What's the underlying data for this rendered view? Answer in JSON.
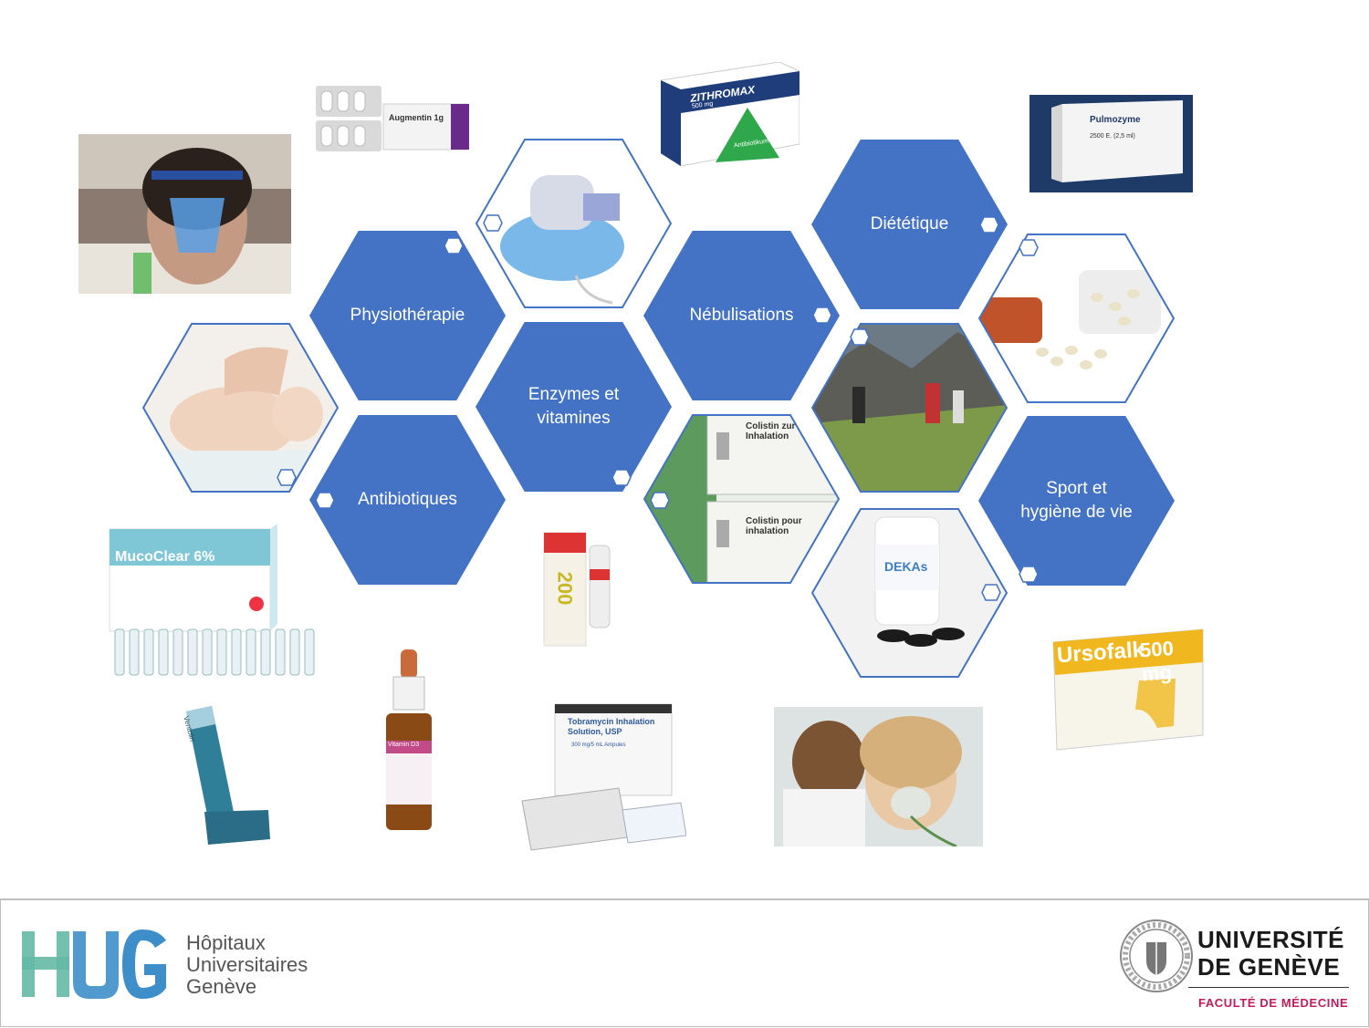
{
  "hexagons": {
    "physiotherapie": "Physiothérapie",
    "antibiotiques": "Antibiotiques",
    "enzymes_line1": "Enzymes et",
    "enzymes_line2": "vitamines",
    "nebulisations": "Nébulisations",
    "dietetique": "Diététique",
    "sport_line1": "Sport et",
    "sport_line2": "hygiène de vie"
  },
  "product_labels": {
    "augmentin": "Augmentin 1g",
    "zithromax": "ZITHROMAX",
    "zithromax_dose": "500 mg",
    "zithromax_sub": "Antibiotikum",
    "pulmozyme": "Pulmozyme",
    "pulmozyme_dose": "2500 E. (2,5 ml)",
    "colistin1": "Colistin zur Inhalation",
    "colistin2": "Colistin pour inhalation",
    "mucoclear": "MucoClear 6%",
    "deka": "DEKAs",
    "ursofalk": "Ursofalk",
    "ursofalk_dose": "500 mg",
    "ventolin": "Ventolin",
    "vitamin": "Vitamin D3",
    "tobramycin": "Tobramycin Inhalation Solution, USP",
    "tobramycin_dose": "300 mg/5 mL Ampules",
    "inhaler_dose": "200"
  },
  "footer": {
    "hug_line1": "Hôpitaux",
    "hug_line2": "Universitaires",
    "hug_line3": "Genève",
    "unige_line1": "UNIVERSITÉ",
    "unige_line2": "DE GENÈVE",
    "unige_sub": "FACULTÉ DE MÉDECINE"
  },
  "colors": {
    "hex_blue": "#4472C4",
    "hug_teal": "#64B9A6",
    "hug_blue": "#3E8FC9",
    "unige_red": "#C21A5A"
  }
}
